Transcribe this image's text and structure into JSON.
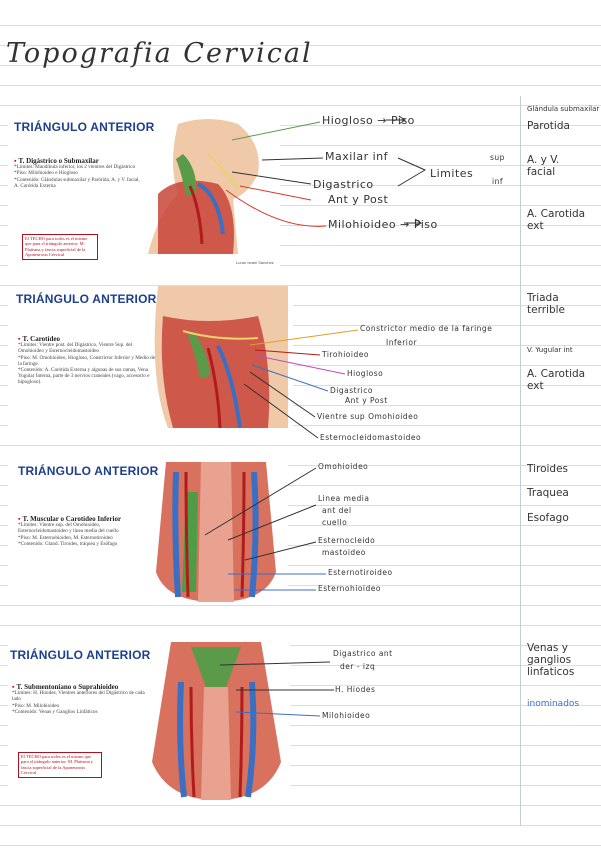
{
  "page_title": "Topografia Cervical",
  "sections": [
    {
      "slide_title": "TRIÁNGULO ANTERIOR",
      "heading": "T. Digástrico o Submaxilar",
      "lines": [
        "*Límites: Mandíbula inferior, los 2 vientres del Digástrico",
        "*Piso: Milohioideo e Hiogloso",
        "*Contenido: Glándulas submaxilar y Parótida, A. y V. facial, A. Carótida Externa"
      ],
      "note": "El TECHO para todos es el mismo que para el triángulo anterior: M. Platisma y fascia superficial de la Aponeurosis Cervical",
      "credit": "Lunar Israel Sánchez",
      "labels": [
        "Hiogloso → Piso",
        "Maxilar inf",
        "Digastrico",
        "Ant y Post",
        "Limites",
        "sup",
        "inf",
        "Milohioideo → Piso"
      ],
      "margin_notes": [
        "Glándula submaxilar",
        "Parotida",
        "A. y V. facial",
        "A. Carotida ext"
      ]
    },
    {
      "slide_title": "TRIÁNGULO ANTERIOR",
      "heading": "T. Carotídeo",
      "lines": [
        "*Límites: Vientre post. del Digástrico, Vientre Sup. del Omohioideo y Esternocleidomastoideo",
        "*Piso: M. Omohioideo, Hiogloso, Constrictor Inferior y Medio de la faringe.",
        "*Contenido: A. Carótida Externa y algunas de sus ramas, Vena Yugular Interna, parte de 3 nervios craneales (vago, accesorio e hipogloso)."
      ],
      "labels": [
        "Constrictor medio de la faringe",
        "Inferior",
        "Tirohioideo",
        "Hiogloso",
        "Digastrico",
        "Ant y Post",
        "Vientre sup Omohioideo",
        "Esternocleidomastoideo"
      ],
      "margin_notes": [
        "Triada terrible",
        "V. Yugular int",
        "A. Carotida ext"
      ]
    },
    {
      "slide_title": "TRIÁNGULO ANTERIOR",
      "heading": "T. Muscular o Carotídeo Inferior",
      "lines": [
        "*Límites: Vientre sup. del Omohioideo, Esternocleidomastoideo y línea media del cuello",
        "*Piso: M. Esternohioideo, M. Esternotiroideo",
        "*Contenido: Gland. Tiroides, tráquea y Esófago"
      ],
      "labels": [
        "Omohioideo",
        "Linea media",
        "ant del",
        "cuello",
        "Esternocleido",
        "mastoideo",
        "Esternotiroideo",
        "Esternohioideo"
      ],
      "margin_notes": [
        "Tiroides",
        "Traquea",
        "Esofago"
      ]
    },
    {
      "slide_title": "TRIÁNGULO ANTERIOR",
      "heading": "T. Submentoniano o Suprahioideo",
      "lines": [
        "*Límites: H. Hioides, Vientres anteriores del Digástrico de cada lado",
        "*Piso: M. Milohioideo",
        "*Contenido: Venas y Ganglios Linfáticos"
      ],
      "note": "El TECHO para todos es el mismo que para el triángulo anterior: M. Platisma y fascia superficial de la Aponeurosis Cervical",
      "labels": [
        "Digastrico ant",
        "der - izq",
        "H. Hiodes",
        "Milohioideo"
      ],
      "margin_notes": [
        "Venas y ganglios linfaticos",
        "inominados"
      ]
    }
  ],
  "colors": {
    "slide_title": "#1d3f8f",
    "bullet_red": "#c8102e",
    "accent_blue": "#3a6fd8",
    "leader_dark": "#333333"
  }
}
